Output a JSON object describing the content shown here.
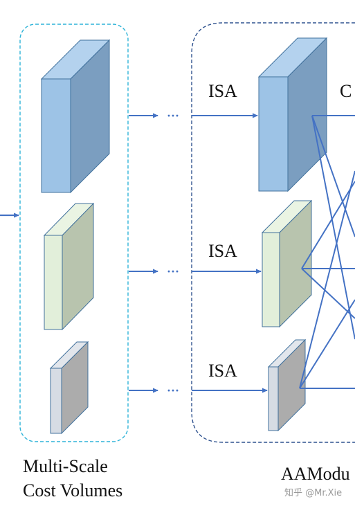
{
  "labels": {
    "isa_top": "ISA",
    "isa_mid": "ISA",
    "isa_bot": "ISA",
    "dots_top": "···",
    "dots_mid": "···",
    "dots_bot": "···",
    "cut_top_right": "C",
    "group_left_line1": "Multi-Scale",
    "group_left_line2": "Cost Volumes",
    "group_right": "AAModu",
    "watermark": "知乎 @Mr.Xie"
  },
  "colors": {
    "blue_front": "#9dc3e6",
    "blue_side": "#7b9ec0",
    "blue_top": "#b4d2ee",
    "green_front": "#e2efda",
    "green_side": "#b8c4ae",
    "green_top": "#eaf4e3",
    "grey_front": "#d6dce4",
    "grey_side": "#acacac",
    "grey_top": "#e2e6ec",
    "edge": "#41719c",
    "arrow": "#4472c4",
    "left_group_border": "#2fb4d8",
    "right_group_border": "#2f528f"
  }
}
